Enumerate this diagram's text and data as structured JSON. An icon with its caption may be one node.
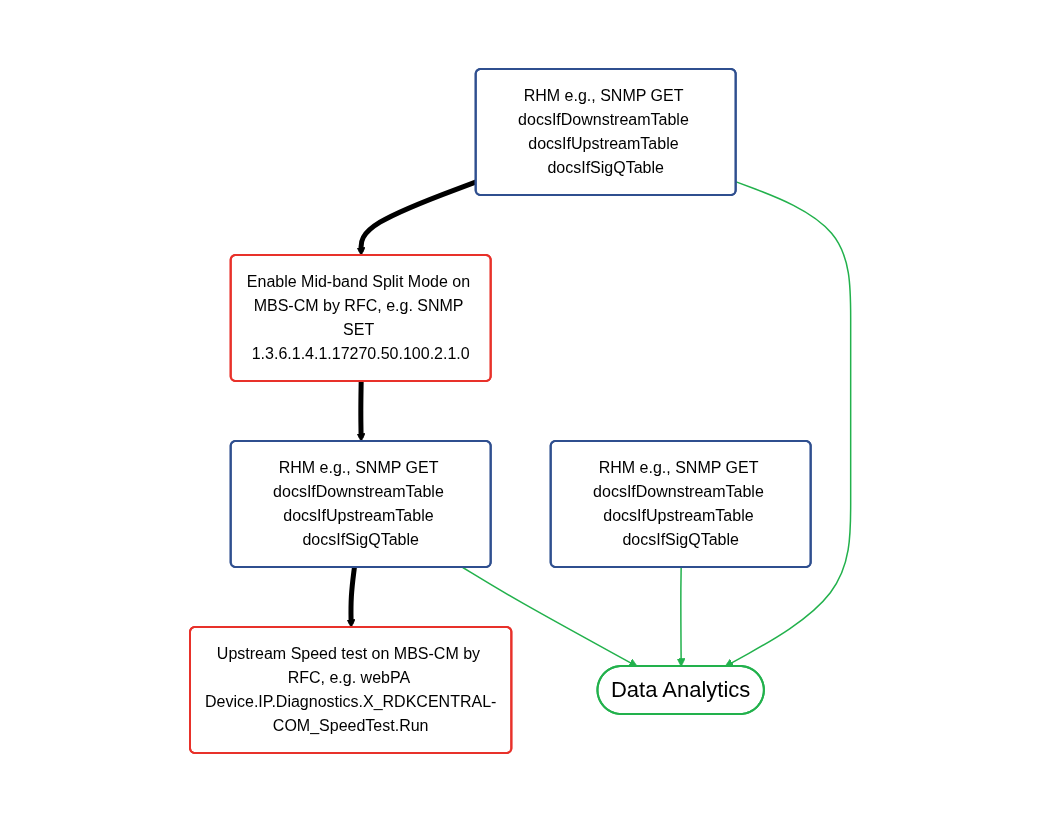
{
  "diagram": {
    "nodes": [
      {
        "text": [
          "RHM e.g., SNMP GET docsIfDownstreamTable docsIfUpstreamTable docsIfSigQTable"
        ]
      },
      {
        "text": [
          "Enable Mid-band Split Mode on MBS-CM by RFC, e.g. SNMP SET 1.3.6.1.4.1.17270.50.100.2.1.0"
        ]
      },
      {
        "text": [
          "RHM e.g., SNMP GET docsIfDownstreamTable docsIfUpstreamTable docsIfSigQTable"
        ]
      },
      {
        "text": [
          "Upstream Speed test on MBS-CM by RFC, e.g. webPA Device.IP.Diagnostics.X_RDKCENTRAL-COM_SpeedTest.Run"
        ]
      },
      {
        "text": [
          "RHM e.g., SNMP GET docsIfDownstreamTable docsIfUpstreamTable docsIfSigQTable"
        ]
      },
      {
        "text": [
          "Data Analytics"
        ]
      }
    ],
    "edges": [
      {
        "from": 0,
        "to": 1,
        "arrow": "to",
        "style": "thick"
      },
      {
        "from": 1,
        "to": 2,
        "arrow": "to",
        "style": "thick"
      },
      {
        "from": 2,
        "to": 3,
        "arrow": "to",
        "style": "thick"
      },
      {
        "from": 0,
        "to": 5,
        "arrow": "to",
        "color": "#22b14c"
      },
      {
        "from": 2,
        "to": 5,
        "arrow": "to",
        "color": "#22b14c"
      },
      {
        "from": 4,
        "to": 5,
        "arrow": "to",
        "color": "#22b14c"
      }
    ]
  }
}
